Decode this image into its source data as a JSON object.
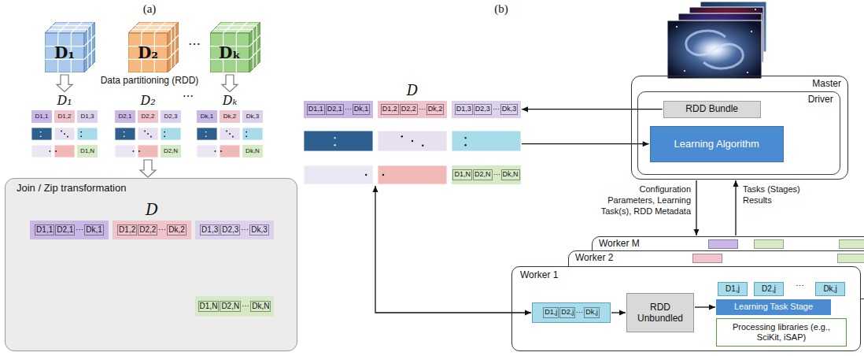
{
  "diagram": {
    "nodes": [
      {
        "text": [
          "D₁"
        ]
      },
      {
        "text": [
          "D₂"
        ]
      },
      {
        "text": [
          "Dₖ"
        ]
      },
      {
        "text": [
          "D₁"
        ]
      },
      {
        "text": [
          "D1,1"
        ],
        "in": 3
      },
      {
        "text": [
          "D1,2"
        ],
        "in": 3
      },
      {
        "text": [
          "D1,3"
        ],
        "in": 3
      },
      {
        "text": [
          "D1,N"
        ],
        "in": 3
      },
      {
        "text": [
          "D₂"
        ]
      },
      {
        "text": [
          "D2,1"
        ],
        "in": 8
      },
      {
        "text": [
          "D2,2"
        ],
        "in": 8
      },
      {
        "text": [
          "D2,3"
        ],
        "in": 8
      },
      {
        "text": [
          "D2,N"
        ],
        "in": 8
      },
      {
        "text": [
          "Dₖ"
        ]
      },
      {
        "text": [
          "Dk,1"
        ],
        "in": 13
      },
      {
        "text": [
          "Dk,2"
        ],
        "in": 13
      },
      {
        "text": [
          "Dk,3"
        ],
        "in": 13
      },
      {
        "text": [
          "Dk,N"
        ],
        "in": 13
      },
      {
        "text": [
          "Join / Zip transformation"
        ]
      },
      {
        "text": [
          "D"
        ],
        "in": 18
      },
      {
        "text": [
          "D1,1",
          "D2,1",
          "⋯",
          "Dk,1"
        ],
        "in": 19
      },
      {
        "text": [
          "D1,2",
          "D2,2",
          "⋯",
          "Dk,2"
        ],
        "in": 19
      },
      {
        "text": [
          "D1,3",
          "D2,3",
          "⋯",
          "Dk,3"
        ],
        "in": 19
      },
      {
        "text": [
          "D1,N",
          "D2,N",
          "⋯",
          "Dk,N"
        ],
        "in": 19
      },
      {
        "text": [
          "D"
        ]
      },
      {
        "text": [
          "D1,1",
          "D2,1",
          "⋯",
          "Dk,1"
        ],
        "in": 24
      },
      {
        "text": [
          "D1,2",
          "D2,2",
          "⋯",
          "Dk,2"
        ],
        "in": 24
      },
      {
        "text": [
          "D1,3",
          "D2,3",
          "⋯",
          "Dk,3"
        ],
        "in": 24
      },
      {
        "text": [
          "D1,N",
          "D2,N",
          "⋯",
          "Dk,N"
        ],
        "in": 24
      },
      {
        "text": [
          "Master"
        ]
      },
      {
        "text": [
          "Driver"
        ],
        "in": 29
      },
      {
        "text": [
          "RDD Bundle"
        ],
        "in": 30
      },
      {
        "text": [
          "Learning Algorithm"
        ],
        "in": 30
      },
      {
        "text": [
          "Worker M"
        ]
      },
      {
        "text": [
          "Worker 2"
        ]
      },
      {
        "text": [
          "Worker 1"
        ]
      },
      {
        "text": [
          "D1,j",
          "D2,j",
          "⋯",
          "Dk,j"
        ],
        "in": 35
      },
      {
        "text": [
          "RDD Unbundled"
        ],
        "in": 35
      },
      {
        "text": [
          "D1,j"
        ],
        "in": 35
      },
      {
        "text": [
          "D2,j"
        ],
        "in": 35
      },
      {
        "text": [
          "Dk,j"
        ],
        "in": 35
      },
      {
        "text": [
          "Learning Task Stage"
        ],
        "in": 35
      },
      {
        "text": [
          "Processing libraries (e.g., SciKit, iSAP)"
        ],
        "in": 35
      }
    ],
    "edges": [
      {
        "from": 0,
        "to": 3,
        "arrow": "to"
      },
      {
        "from": 2,
        "to": 13,
        "arrow": "to"
      },
      {
        "from": 8,
        "to": 18,
        "arrow": "to"
      },
      {
        "from": 31,
        "to": 24,
        "arrow": "to"
      },
      {
        "from": 24,
        "to": 32,
        "arrow": "to"
      },
      {
        "from": 24,
        "to": 36,
        "arrow": "both"
      },
      {
        "from": 29,
        "to": 33,
        "label": "Configuration Parameters, Learning Task(s), RDD Metadata",
        "arrow": "to"
      },
      {
        "from": 33,
        "to": 29,
        "label": "Tasks (Stages) Results",
        "arrow": "to"
      },
      {
        "from": 36,
        "to": 37,
        "arrow": "to"
      },
      {
        "from": 37,
        "to": 41,
        "arrow": "to"
      }
    ],
    "labels": [
      "(a)",
      "⋯",
      "Data partitioning (RDD)",
      "⋯",
      "(b)",
      "⋯"
    ]
  }
}
